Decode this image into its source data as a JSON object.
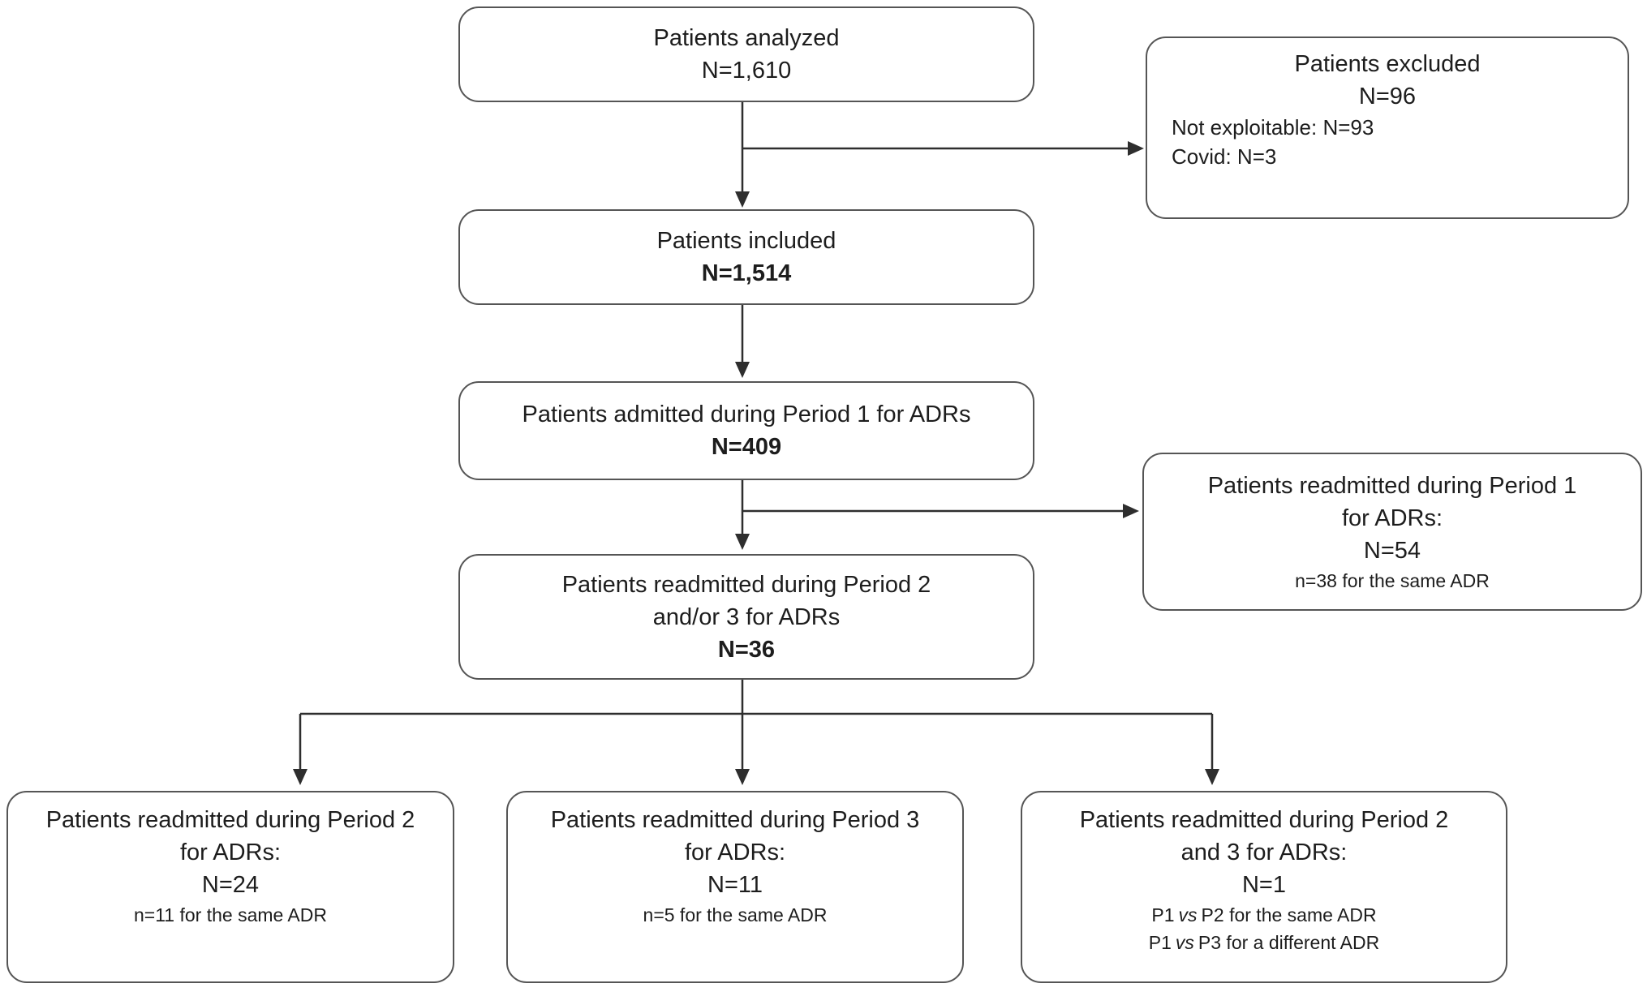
{
  "figure": {
    "type": "patient-flow-diagram",
    "colors": {
      "background": "#ffffff",
      "box_border": "#555555",
      "arrow": "#2e2e2e",
      "text": "#1d1d1d"
    }
  },
  "boxes": {
    "analyzed": {
      "title": "Patients analyzed",
      "n": "N=1,610"
    },
    "excluded": {
      "title": "Patients excluded",
      "n": "N=96",
      "details": [
        "Not exploitable: N=93",
        "Covid: N=3"
      ]
    },
    "included": {
      "title": "Patients included",
      "n": "N=1,514"
    },
    "admitted_period1": {
      "title": "Patients admitted during Period 1 for ADRs",
      "n": "N=409"
    },
    "readmitted_period1": {
      "title_line1": "Patients readmitted during Period 1",
      "title_line2": "for ADRs:",
      "n": "N=54",
      "note": "n=38 for the same ADR"
    },
    "readmitted_period2_or_3": {
      "title_line1": "Patients readmitted during Period 2",
      "title_line2": "and/or 3 for ADRs",
      "n": "N=36"
    },
    "readmitted_period2": {
      "title_line1": "Patients readmitted during Period 2",
      "title_line2": "for ADRs:",
      "n": "N=24",
      "note": "n=11 for the same ADR"
    },
    "readmitted_period3": {
      "title_line1": "Patients readmitted during Period 3",
      "title_line2": "for ADRs:",
      "n": "N=11",
      "note": "n=5 for the same ADR"
    },
    "readmitted_period2_and_3": {
      "title_line1": "Patients readmitted during Period 2",
      "title_line2": "and 3 for ADRs:",
      "n": "N=1",
      "notes": [
        {
          "pre": "P1",
          "vs": "vs",
          "post": "P2 for the same ADR"
        },
        {
          "pre": "P1",
          "vs": "vs",
          "post": "P3 for a different ADR"
        }
      ]
    }
  }
}
